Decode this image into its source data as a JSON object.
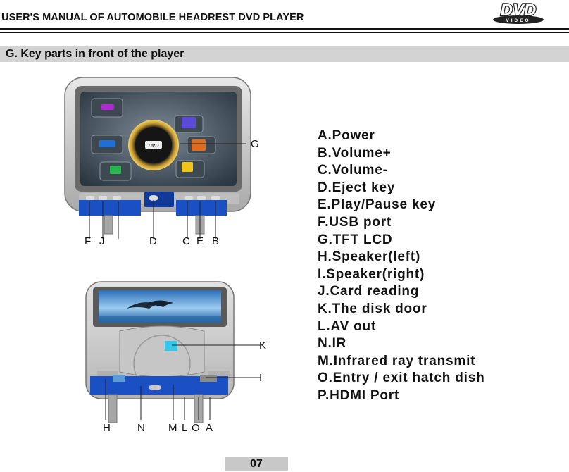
{
  "header": {
    "title": "USER'S MANUAL OF AUTOMOBILE HEADREST DVD PLAYER",
    "logo_main": "DVD",
    "logo_sub": "VIDEO"
  },
  "section": {
    "title": "G. Key parts in front of the player"
  },
  "parts": [
    "A.Power",
    "B.Volume+",
    "C.Volume-",
    "D.Eject key",
    "E.Play/Pause key",
    "F.USB port",
    "G.TFT LCD",
    "H.Speaker(left)",
    "I.Speaker(right)",
    "J.Card reading",
    "K.The disk door",
    "L.AV out",
    "N.IR",
    "M.Infrared ray transmit",
    "O.Entry / exit hatch dish",
    "P.HDMI Port"
  ],
  "figure_top": {
    "callouts": {
      "F": "F",
      "J": "J",
      "D": "D",
      "C": "C",
      "E": "E",
      "B": "B",
      "G": "G"
    },
    "center_logo": "DVD"
  },
  "figure_bottom": {
    "callouts": {
      "K": "K",
      "I": "I",
      "H": "H",
      "N": "N",
      "M": "M",
      "L": "L",
      "O": "O",
      "A": "A"
    }
  },
  "page_number": "07"
}
